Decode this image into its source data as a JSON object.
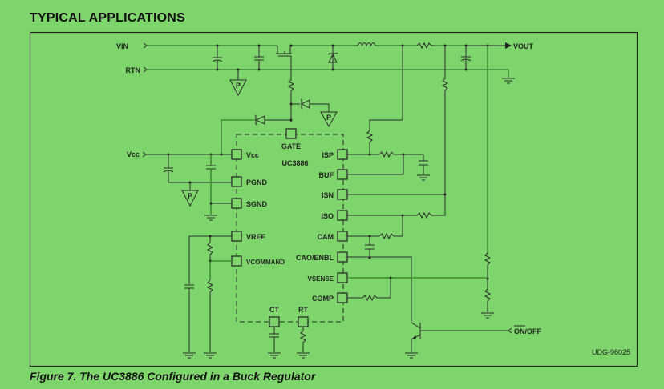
{
  "section_title": "TYPICAL APPLICATIONS",
  "caption": "Figure 7. The UC3886 Configured in a Buck Regulator",
  "diagram_id": "UDG-96025",
  "chip": {
    "name": "UC3886",
    "top_pin": "GATE",
    "left_pins": [
      "Vcc",
      "PGND",
      "SGND",
      "VREF",
      "VCOMMAND"
    ],
    "right_pins": [
      "ISP",
      "BUF",
      "ISN",
      "ISO",
      "CAM",
      "CAO/ENBL",
      "VSENSE",
      "COMP"
    ],
    "bottom_pins": [
      "CT",
      "RT"
    ]
  },
  "terminals": {
    "vin": "VIN",
    "rtn": "RTN",
    "vout": "VOUT",
    "vcc": "Vcc",
    "onoff": "ON/OFF"
  },
  "power_ground_symbol": "P",
  "colors": {
    "background": "#7ed56c",
    "wire": "#2a2a2a",
    "wire_alt": "#3f8a35"
  }
}
